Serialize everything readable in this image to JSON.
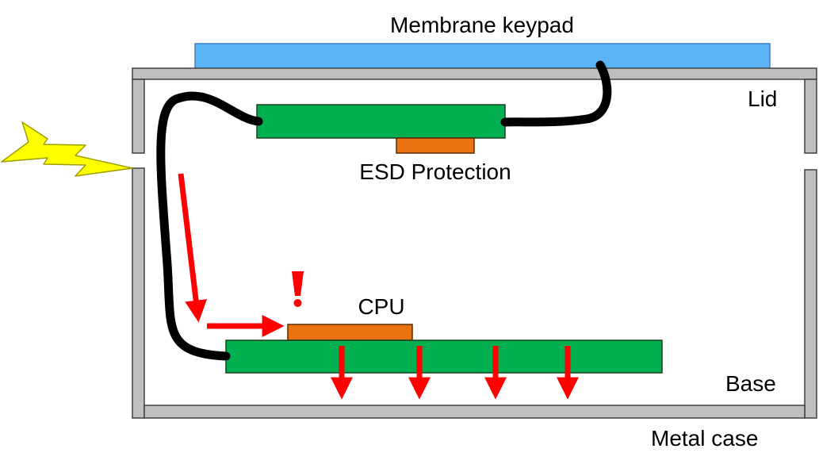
{
  "labels": {
    "membrane_keypad": "Membrane keypad",
    "lid": "Lid",
    "esd_protection": "ESD Protection",
    "cpu": "CPU",
    "base": "Base",
    "metal_case": "Metal case",
    "warning": "!"
  },
  "colors": {
    "case": "#bfbfbf",
    "case_stroke": "#404040",
    "keypad": "#5bb4f5",
    "pcb": "#00b050",
    "chip": "#e87310",
    "cable": "#000000",
    "arrow": "#ff0000",
    "lightning": "#ffff00",
    "lightning_stroke": "#9e9e00"
  },
  "icons": {
    "discharge": "lightning-bolt-icon",
    "warning": "exclamation-icon"
  }
}
